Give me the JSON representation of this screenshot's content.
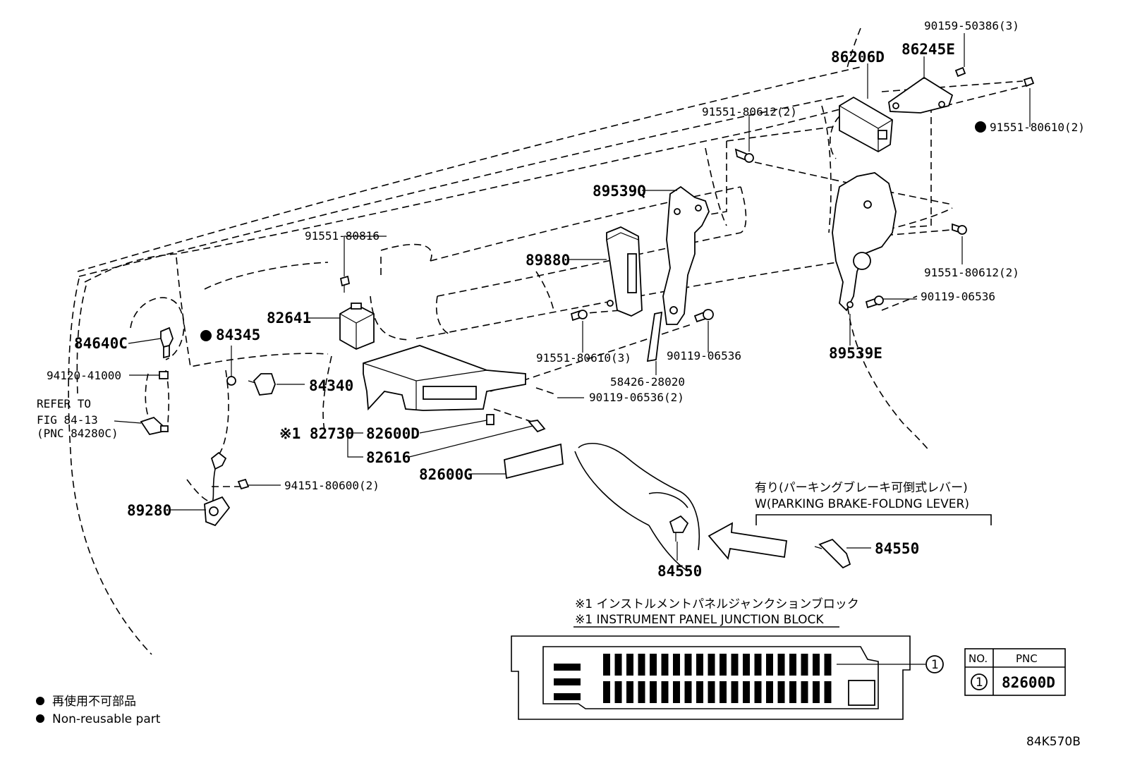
{
  "diagram_code": "84K570B",
  "legend": {
    "jp": "再使用不可部品",
    "en": "Non-reusable part"
  },
  "callouts": {
    "p90159_50386": "90159-50386(3)",
    "p86206D": "86206D",
    "p86245E": "86245E",
    "p91551_80612_top": "91551-80612(2)",
    "p91551_80610_right": "91551-80610(2)",
    "p89539Q": "89539Q",
    "p91551_80816": "91551-80816",
    "p89880": "89880",
    "p91551_80612_mid": "91551-80612(2)",
    "p90119_06536_right": "90119-06536",
    "p82641": "82641",
    "p84345": "84345",
    "p84640C": "84640C",
    "p91551_80610_mid": "91551-80610(3)",
    "p90119_06536_mid": "90119-06536",
    "p89539E": "89539E",
    "p94120_41000": "94120-41000",
    "p84340": "84340",
    "p58426_28020": "58426-28020",
    "p90119_06536_2": "90119-06536(2)",
    "refer_line1": "REFER TO",
    "refer_line2": "FIG 84-13",
    "refer_line3": "(PNC 84280C)",
    "p82730": "※1 82730",
    "p82600D": "82600D",
    "p82616": "82616",
    "p82600G": "82600G",
    "p94151_80600": "94151-80600(2)",
    "p89280": "89280",
    "p84550_left": "84550",
    "p84550_right": "84550",
    "parking_jp": "有り(パーキングブレーキ可倒式レバー)",
    "parking_en": "W(PARKING BRAKE-FOLDNG LEVER)"
  },
  "junction_block": {
    "title_jp": "※1 インストルメントパネルジャンクションブロック",
    "title_en": "※1 INSTRUMENT PANEL JUNCTION BLOCK",
    "marker": "1"
  },
  "pnc_table": {
    "header_no": "NO.",
    "header_pnc": "PNC",
    "row_no": "1",
    "row_pnc": "82600D"
  }
}
